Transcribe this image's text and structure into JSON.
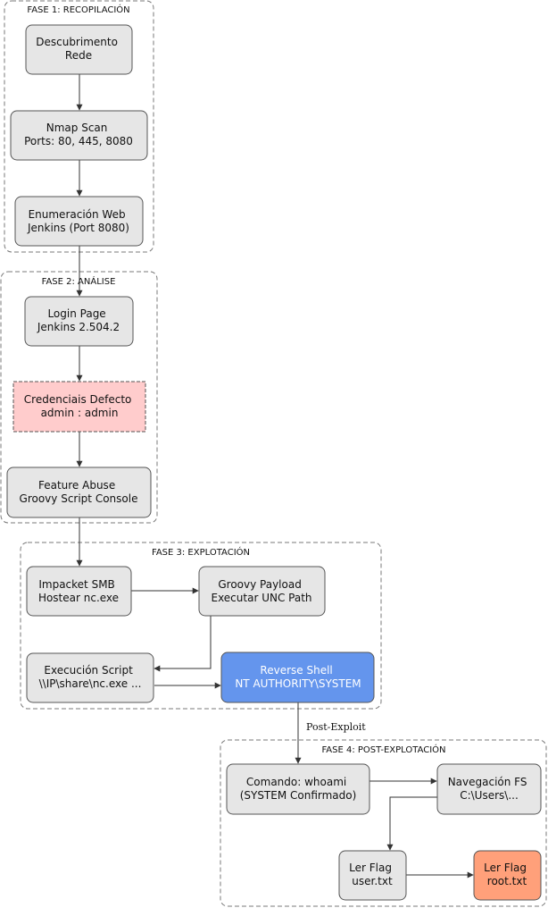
{
  "colors": {
    "node_default": "#e6e6e6",
    "node_alert": "#ffcccc",
    "node_shell": "#6495ed",
    "node_flag": "#ffa07a",
    "text_light": "#ffffff"
  },
  "phases": {
    "p1": "FASE 1: RECOPILACIÓN",
    "p2": "FASE 2: ANÁLISE",
    "p3": "FASE 3: EXPLOTACIÓN",
    "p4": "FASE 4: POST-EXPLOTACIÓN"
  },
  "nodes": {
    "descubrimento": [
      "Descubrimento",
      "Rede"
    ],
    "nmap": [
      "Nmap Scan",
      "Ports: 80, 445, 8080"
    ],
    "enum": [
      "Enumeración Web",
      "Jenkins (Port 8080)"
    ],
    "login": [
      "Login Page",
      "Jenkins 2.504.2"
    ],
    "cred": [
      "Credenciais Defecto",
      "admin : admin"
    ],
    "feature": [
      "Feature Abuse",
      "Groovy Script Console"
    ],
    "impacket": [
      "Impacket SMB",
      "Hostear nc.exe"
    ],
    "groovy": [
      "Groovy Payload",
      "Executar UNC Path"
    ],
    "exec": [
      "Execución Script",
      "\\\\IP\\share\\nc.exe ..."
    ],
    "shell": [
      "Reverse Shell",
      "NT AUTHORITY\\SYSTEM"
    ],
    "whoami": [
      "Comando: whoami",
      "(SYSTEM Confirmado)"
    ],
    "nav": [
      "Navegación FS",
      "C:\\Users\\..."
    ],
    "user": [
      "Ler Flag",
      "user.txt"
    ],
    "root": [
      "Ler Flag",
      "root.txt"
    ]
  },
  "edges": {
    "post_exploit": "Post-Exploit"
  }
}
